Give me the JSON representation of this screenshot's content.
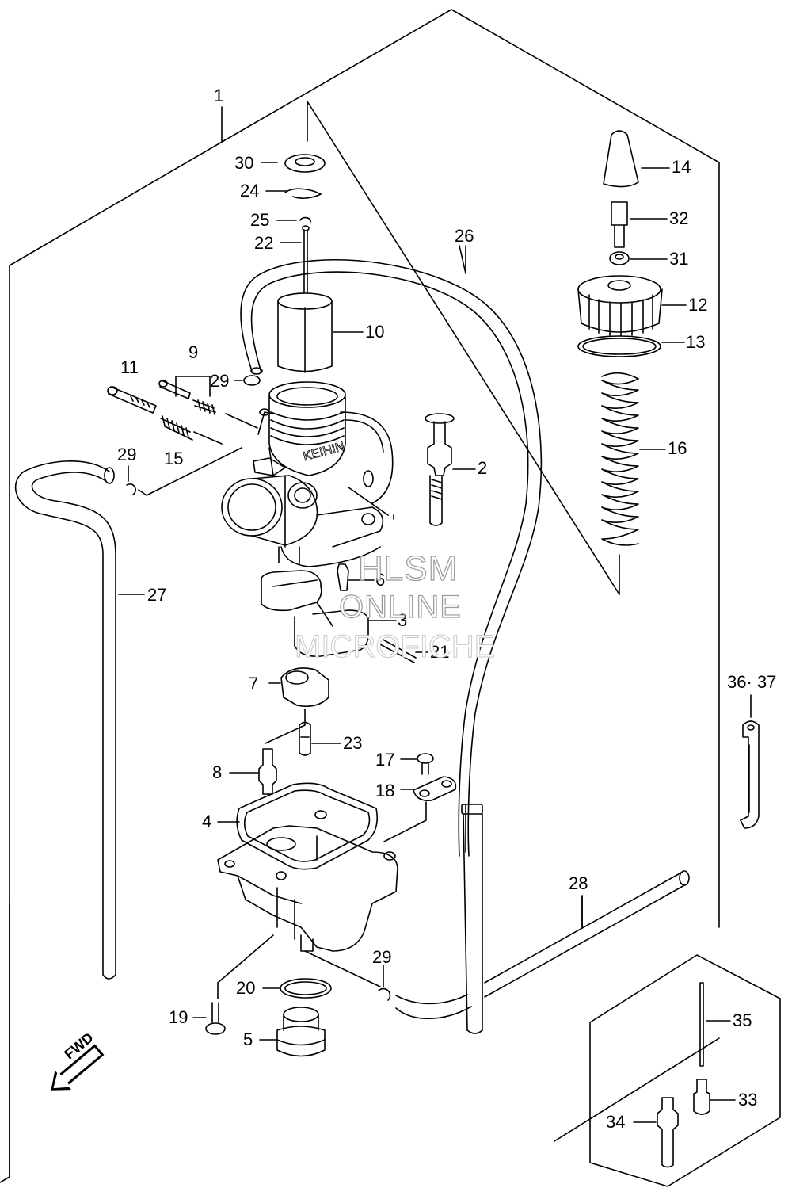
{
  "labels": [
    {
      "id": "1",
      "text": "1"
    },
    {
      "id": "2",
      "text": "2"
    },
    {
      "id": "3",
      "text": "3"
    },
    {
      "id": "4",
      "text": "4"
    },
    {
      "id": "5",
      "text": "5"
    },
    {
      "id": "6",
      "text": "6"
    },
    {
      "id": "7",
      "text": "7"
    },
    {
      "id": "8",
      "text": "8"
    },
    {
      "id": "9",
      "text": "9"
    },
    {
      "id": "10",
      "text": "10"
    },
    {
      "id": "11",
      "text": "11"
    },
    {
      "id": "12",
      "text": "12"
    },
    {
      "id": "13",
      "text": "13"
    },
    {
      "id": "14",
      "text": "14"
    },
    {
      "id": "15",
      "text": "15"
    },
    {
      "id": "16",
      "text": "16"
    },
    {
      "id": "17",
      "text": "17"
    },
    {
      "id": "18",
      "text": "18"
    },
    {
      "id": "19",
      "text": "19"
    },
    {
      "id": "20",
      "text": "20"
    },
    {
      "id": "21",
      "text": "21"
    },
    {
      "id": "22",
      "text": "22"
    },
    {
      "id": "23",
      "text": "23"
    },
    {
      "id": "24",
      "text": "24"
    },
    {
      "id": "25",
      "text": "25"
    },
    {
      "id": "26",
      "text": "26"
    },
    {
      "id": "27",
      "text": "27"
    },
    {
      "id": "28",
      "text": "28"
    },
    {
      "id": "29a",
      "text": "29"
    },
    {
      "id": "29b",
      "text": "29"
    },
    {
      "id": "29c",
      "text": "29"
    },
    {
      "id": "30",
      "text": "30"
    },
    {
      "id": "31",
      "text": "31"
    },
    {
      "id": "32",
      "text": "32"
    },
    {
      "id": "33",
      "text": "33"
    },
    {
      "id": "34",
      "text": "34"
    },
    {
      "id": "35",
      "text": "35"
    },
    {
      "id": "3637",
      "text": "36· 37"
    }
  ],
  "watermark": {
    "line1": "HLSM",
    "line2": "ONLINE",
    "line3": "MICROFICHE"
  },
  "fwd_label": "FWD",
  "carb_brand": "KEIHIN"
}
